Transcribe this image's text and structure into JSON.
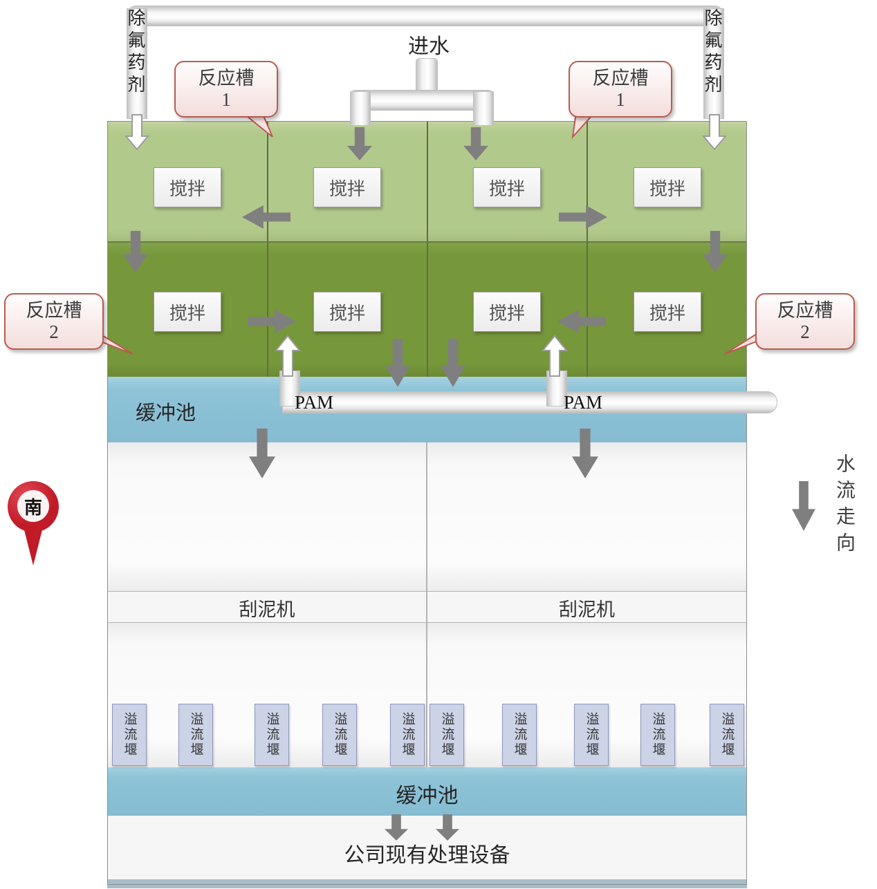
{
  "labels": {
    "inlet": "进水",
    "chemical_left": "除氟药剂",
    "chemical_right": "除氟药剂",
    "stir": "搅拌",
    "pam_left": "PAM",
    "pam_right": "PAM",
    "buffer_top": "缓冲池",
    "buffer_bottom": "缓冲池",
    "scraper_left": "刮泥机",
    "scraper_right": "刮泥机",
    "weir": "溢流堰",
    "outlet": "公司现有处理设备",
    "south_marker": "南",
    "flow_direction": "水流走向"
  },
  "callouts": {
    "top_left": {
      "name": "反应槽",
      "number": "1"
    },
    "top_right": {
      "name": "反应槽",
      "number": "1"
    },
    "mid_left": {
      "name": "反应槽",
      "number": "2"
    },
    "mid_right": {
      "name": "反应槽",
      "number": "2"
    }
  },
  "colors": {
    "reaction_tank1_green": "#b2c98c",
    "reaction_tank2_green": "#77973b",
    "buffer_blue": "#8ec3d7",
    "weir_fill": "#ccd3e6",
    "weir_border": "#8d97bc",
    "callout_border": "#b95a52",
    "arrow_gray": "#7f7f7f",
    "pin_red": "#c11a28"
  }
}
